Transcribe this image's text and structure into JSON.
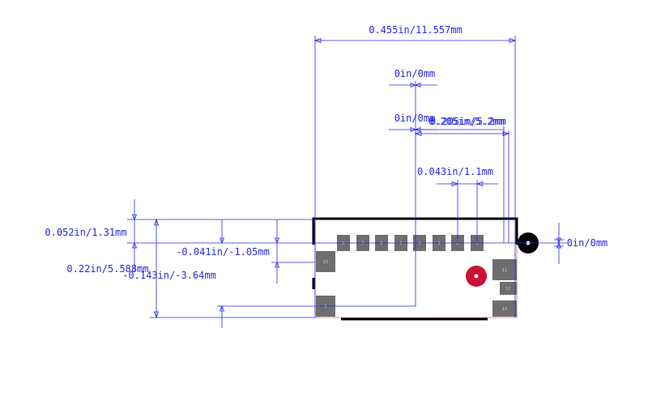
{
  "colors": {
    "dimension": "#2a2ae0",
    "outline": "#000000",
    "courtyard": "#e88a9a",
    "pad": "#6e6e6e",
    "pin1_marker": "#cc1133",
    "background": "#ffffff"
  },
  "dimensions": {
    "overall_width": "0.455in/11.557mm",
    "offset_top_a": "0in/0mm",
    "offset_top_b": "0in/0mm",
    "pad_span_a": "0.205in/5.2mm",
    "pad_span_b": "0.205in/5.2mm",
    "pitch": "0.043in/1.1mm",
    "left_offset": "0.052in/1.31mm",
    "neg_offset_a": "-0.041in/-1.05mm",
    "height": "0.22in/5.588mm",
    "neg_offset_b": "-0.143in/-3.64mm",
    "origin_offset": "0in/0mm"
  },
  "pads": {
    "signal": [
      "1",
      "2",
      "3",
      "4",
      "5",
      "6",
      "7",
      "8"
    ],
    "shield": [
      "9",
      "10",
      "11",
      "12",
      "13"
    ]
  },
  "origin_marker": "origin-crosshair",
  "pin1_marker": "pin1-dot"
}
